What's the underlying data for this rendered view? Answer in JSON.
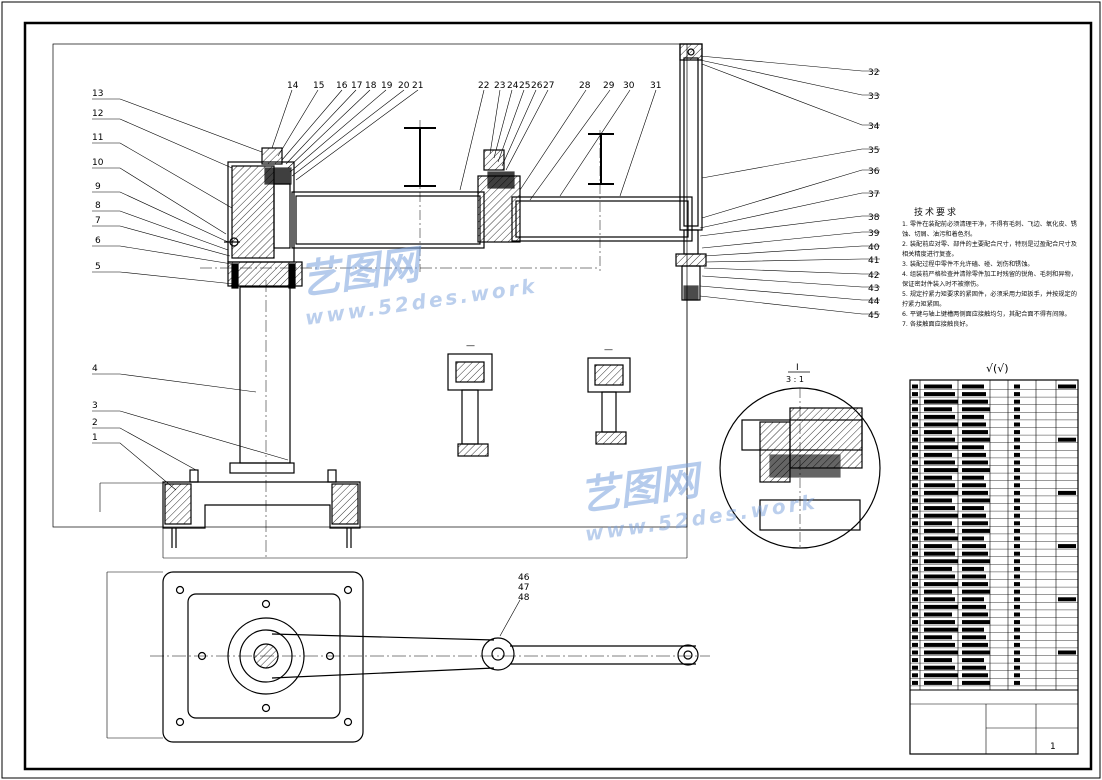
{
  "drawing": {
    "balloons_left": [
      "13",
      "12",
      "11",
      "10",
      "9",
      "8",
      "7",
      "6",
      "5",
      "4",
      "3",
      "2",
      "1"
    ],
    "balloons_top": [
      "14",
      "15",
      "16",
      "17",
      "18",
      "19",
      "20",
      "21",
      "22",
      "23",
      "24",
      "25",
      "26",
      "27",
      "28",
      "29",
      "30",
      "31"
    ],
    "balloons_right": [
      "32",
      "33",
      "34",
      "35",
      "36",
      "37",
      "38",
      "39",
      "40",
      "41",
      "42",
      "43",
      "44",
      "45"
    ],
    "balloons_plan": [
      "46",
      "47",
      "48"
    ],
    "detail_label": "I",
    "detail_scale": "3 : 1",
    "roughness_symbol": "√(√)",
    "sheet_no": "1",
    "view_marks": [
      "—",
      "—"
    ]
  },
  "notes": {
    "title": "技术要求",
    "items": [
      "1. 零件在装配前必须清理干净，不得有毛刺、飞边、氧化皮、锈蚀、切屑、油污和着色剂。",
      "2. 装配前应对零、部件的主要配合尺寸，特别是过盈配合尺寸及相关精度进行复查。",
      "3. 装配过程中零件不允许磕、碰、划伤和锈蚀。",
      "4. 组装前严格检查并清除零件加工时残留的锐角、毛刺和异物，保证密封件装入时不被擦伤。",
      "5. 规定拧紧力矩要求的紧固件，必须采用力矩扳手，并按规定的拧紧力矩紧固。",
      "6. 平键与轴上键槽两侧面应接触均匀，其配合面不得有间隙。",
      "7. 各接触面应接触良好。"
    ]
  },
  "watermark": {
    "cn": "艺图网",
    "en": "www.52des.work"
  },
  "colors": {
    "line": "#000000",
    "watermark": "#7aa0dc"
  }
}
